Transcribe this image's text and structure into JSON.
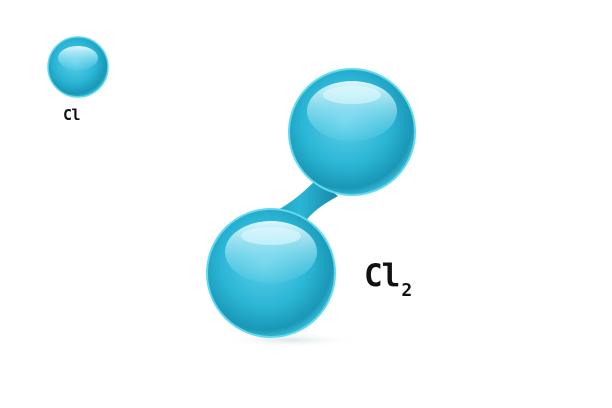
{
  "atom": {
    "label": "Cl"
  },
  "molecule": {
    "formula_symbol": "Cl",
    "formula_subscript": "2"
  },
  "colors": {
    "sphere_base": "#2bb6d6",
    "sphere_dark": "#0f7d98",
    "sphere_light": "#bdf0fb",
    "rim": "#5fd8f0",
    "text": "#111111",
    "background": "#ffffff"
  }
}
